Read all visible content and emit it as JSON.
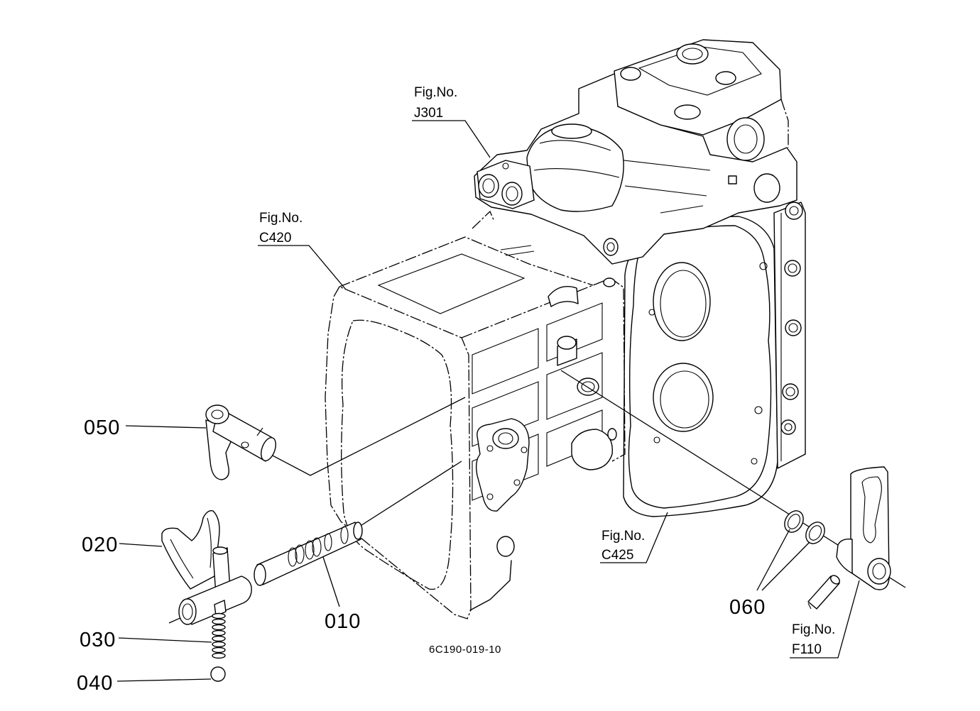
{
  "figure_refs": {
    "j301": {
      "caption": "Fig.No.",
      "code": "J301"
    },
    "c420": {
      "caption": "Fig.No.",
      "code": "C420"
    },
    "c425": {
      "caption": "Fig.No.",
      "code": "C425"
    },
    "f110": {
      "caption": "Fig.No.",
      "code": "F110"
    }
  },
  "parts": {
    "p010": "010",
    "p020": "020",
    "p030": "030",
    "p040": "040",
    "p050": "050",
    "p060": "060"
  },
  "diagram_code": "6C190-019-10"
}
